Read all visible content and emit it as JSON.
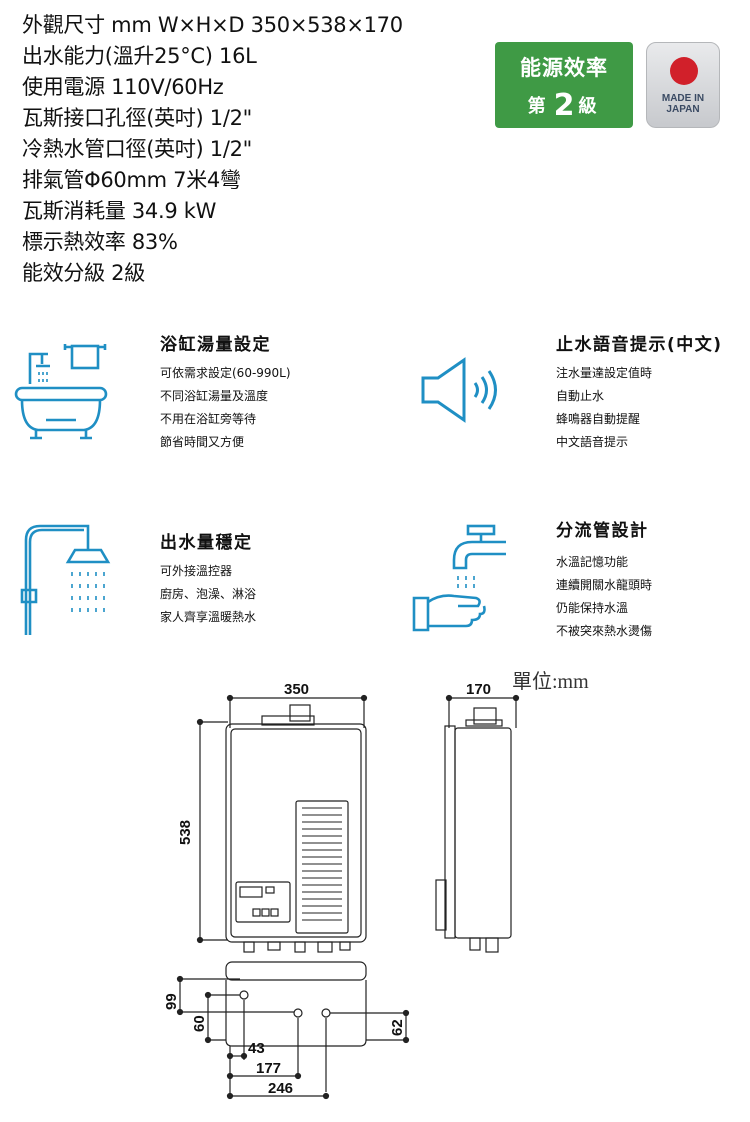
{
  "specs": [
    "外觀尺寸 mm W×H×D  350×538×170",
    "出水能力(溫升25°C)  16L",
    "使用電源  110V/60Hz",
    "瓦斯接口孔徑(英吋)  1/2\"",
    "冷熱水管口徑(英吋)  1/2\"",
    "排氣管Φ60mm 7米4彎",
    "瓦斯消耗量    34.9 kW",
    "標示熱效率    83%",
    "能效分級  2級"
  ],
  "badges": {
    "efficiency_line1": "能源效率",
    "efficiency_prefix": "第",
    "efficiency_grade": "2",
    "efficiency_suffix": "級",
    "made_line1": "MADE IN",
    "made_line2": "JAPAN"
  },
  "features": [
    {
      "title": "浴缸湯量設定",
      "icon": "bathtub-icon",
      "lines": [
        "可依需求設定(60-990L)",
        "不同浴缸湯量及溫度",
        "不用在浴缸旁等待",
        "節省時間又方便"
      ]
    },
    {
      "title": "止水語音提示(中文)",
      "icon": "speaker-icon",
      "lines": [
        "注水量達設定值時",
        "自動止水",
        "蜂鳴器自動提醒",
        "中文語音提示"
      ]
    },
    {
      "title": "出水量穩定",
      "icon": "shower-icon",
      "lines": [
        "可外接溫控器",
        "廚房、泡澡、淋浴",
        "家人齊享溫暖熱水"
      ]
    },
    {
      "title": "分流管設計",
      "icon": "faucet-hand-icon",
      "lines": [
        "水溫記憶功能",
        "連續開關水龍頭時",
        "仍能保持水溫",
        "不被突來熱水燙傷"
      ]
    }
  ],
  "diagram": {
    "unit_label": "單位:mm",
    "width": "350",
    "depth": "170",
    "height": "538",
    "dim_99": "99",
    "dim_60": "60",
    "dim_62": "62",
    "dim_43": "43",
    "dim_177": "177",
    "dim_246": "246"
  },
  "colors": {
    "accent": "#1f8fc4",
    "efficiency_green": "#3f9a45",
    "japan_red": "#d1202a"
  }
}
